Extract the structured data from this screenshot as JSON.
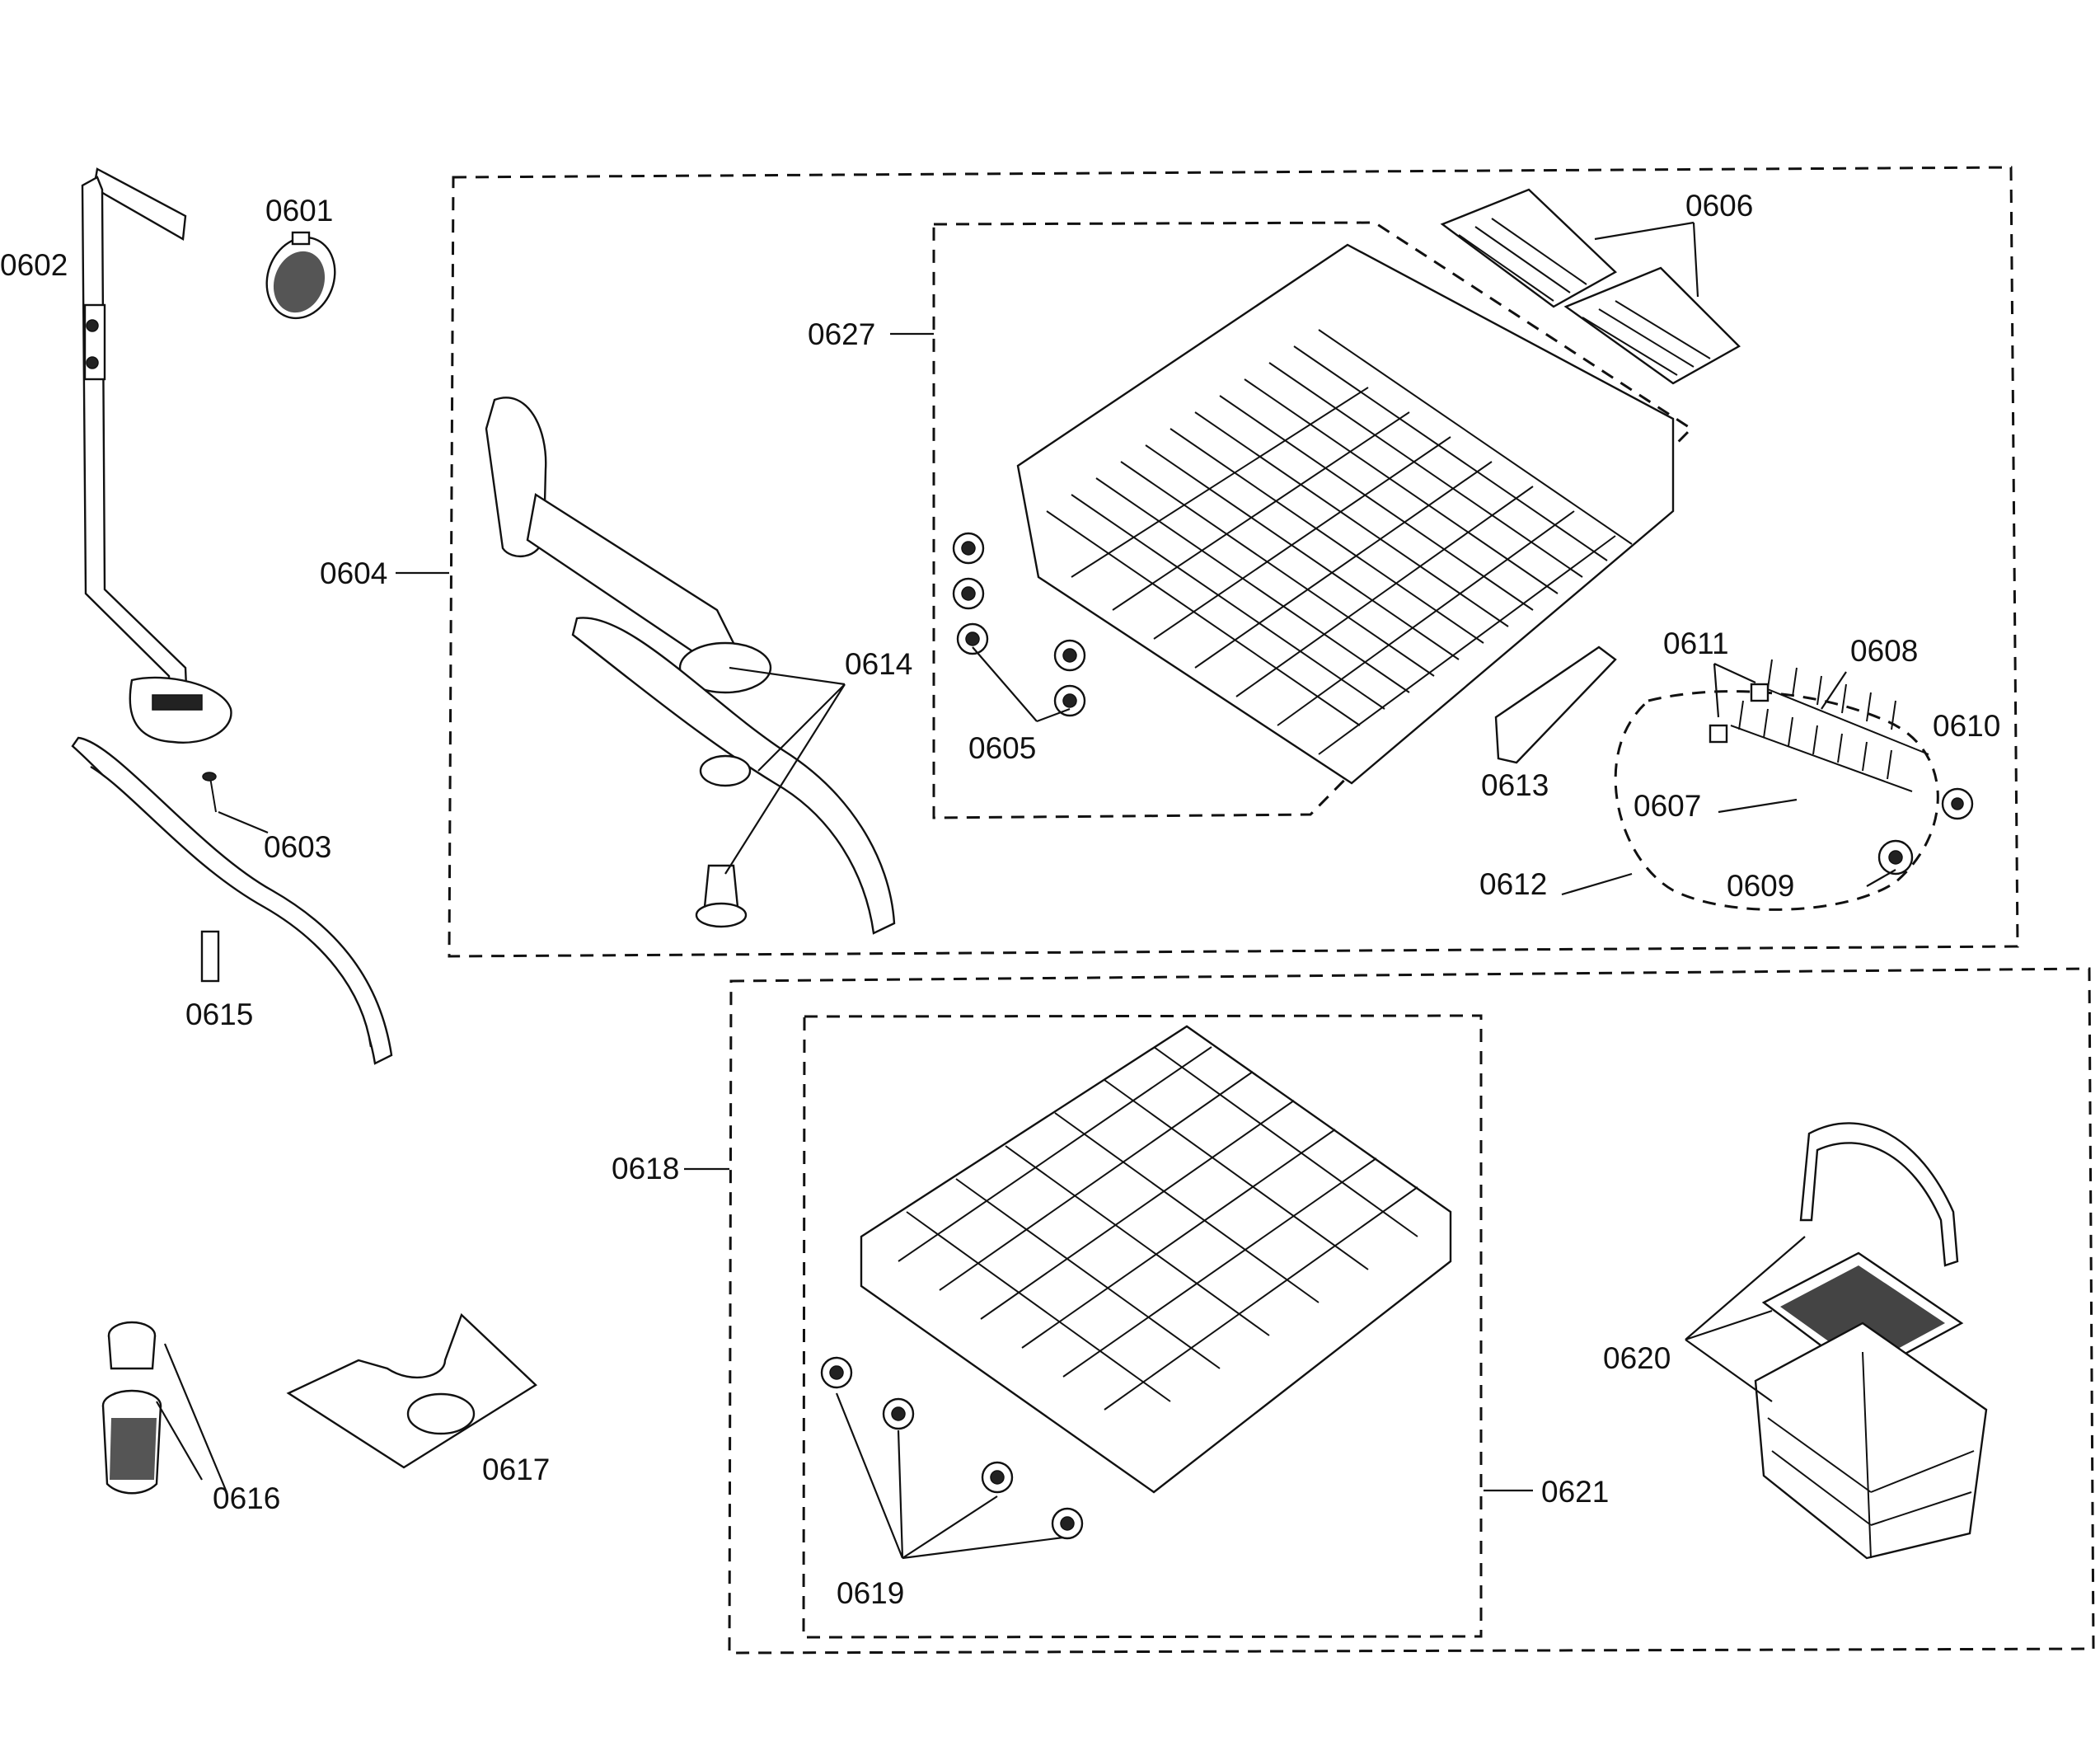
{
  "labels": {
    "p0601": "0601",
    "p0602": "0602",
    "p0603": "0603",
    "p0604": "0604",
    "p0605": "0605",
    "p0606": "0606",
    "p0607": "0607",
    "p0608": "0608",
    "p0609": "0609",
    "p0610": "0610",
    "p0611": "0611",
    "p0612": "0612",
    "p0613": "0613",
    "p0614": "0614",
    "p0615": "0615",
    "p0616": "0616",
    "p0617": "0617",
    "p0618": "0618",
    "p0619": "0619",
    "p0620": "0620",
    "p0621": "0621",
    "p0627": "0627"
  }
}
